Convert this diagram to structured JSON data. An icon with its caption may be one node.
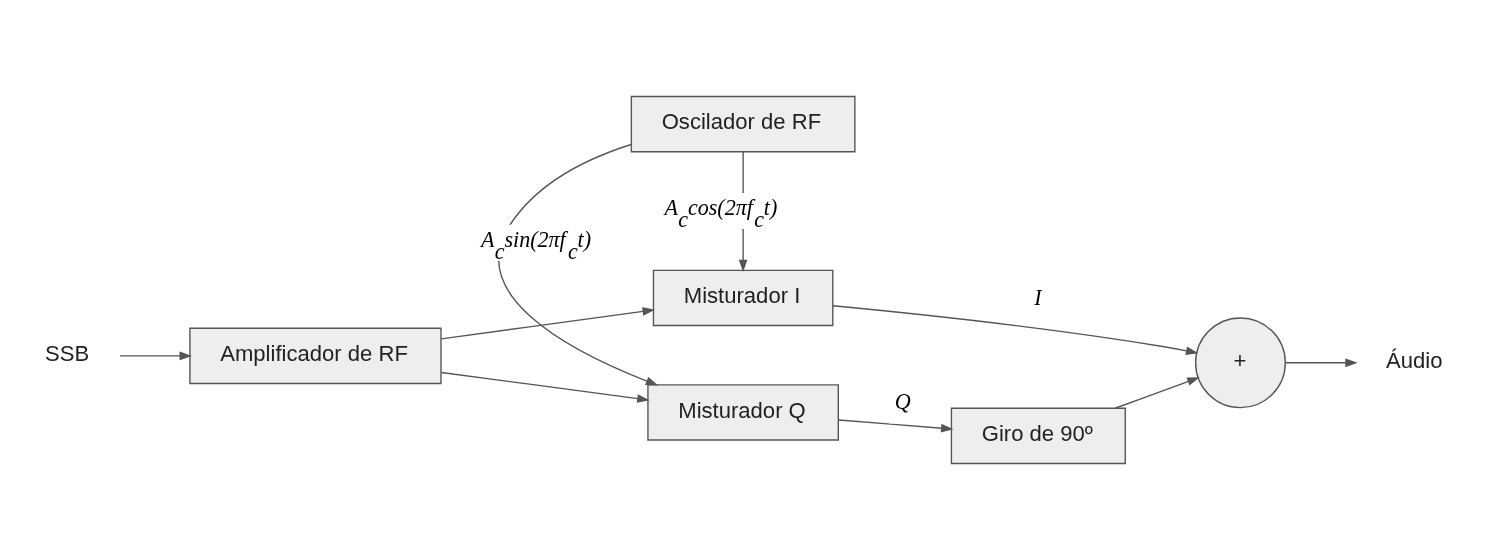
{
  "diagram": {
    "nodes": [
      {
        "text": [
          "SSB"
        ]
      },
      {
        "text": [
          "Amplificador de RF"
        ]
      },
      {
        "text": [
          "Misturador I"
        ]
      },
      {
        "text": [
          "Oscilador de RF"
        ]
      },
      {
        "text": [
          "Misturador Q"
        ]
      },
      {
        "text": [
          "+"
        ]
      },
      {
        "text": [
          "Giro de 90º"
        ]
      },
      {
        "text": [
          "Áudio"
        ]
      }
    ],
    "edges": [
      {
        "from": 0,
        "to": 1,
        "arrow": "to"
      },
      {
        "from": 1,
        "to": 2,
        "arrow": "to"
      },
      {
        "from": 1,
        "to": 4,
        "arrow": "to"
      },
      {
        "from": 3,
        "to": 2,
        "arrow": "to",
        "label": "A$_{c}$cos(2πf$_{c}$t)"
      },
      {
        "from": 3,
        "to": 4,
        "arrow": "to",
        "label": "A$_{c}$sin(2πf$_{c}$t)"
      },
      {
        "from": 2,
        "to": 5,
        "arrow": "to",
        "label": "I"
      },
      {
        "from": 4,
        "to": 6,
        "arrow": "to",
        "label": "Q"
      },
      {
        "from": 6,
        "to": 5,
        "arrow": "to"
      },
      {
        "from": 5,
        "to": 7,
        "arrow": "to"
      }
    ]
  }
}
